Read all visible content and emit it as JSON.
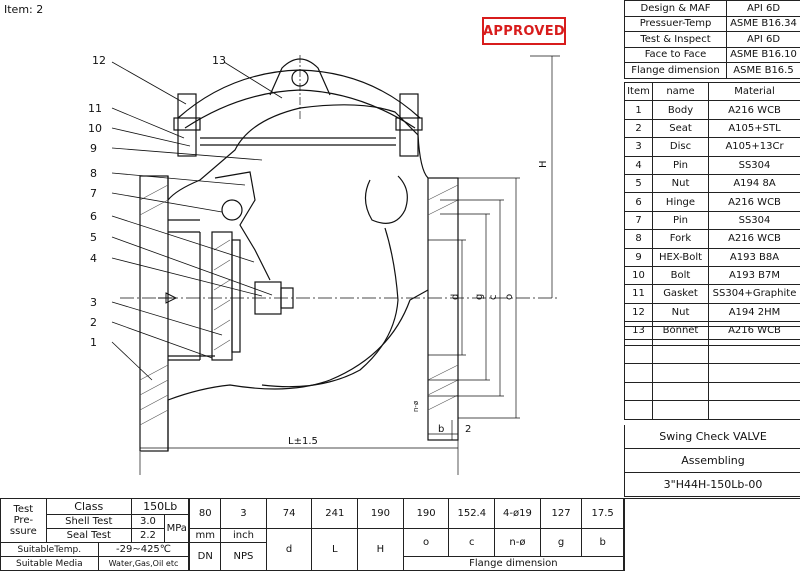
{
  "header": {
    "item_label": "Item: 2",
    "stamp": "APPROVED"
  },
  "standards": [
    {
      "label": "Design & MAF",
      "value": "API 6D"
    },
    {
      "label": "Pressuer-Temp",
      "value": "ASME B16.34"
    },
    {
      "label": "Test & Inspect",
      "value": "API 6D"
    },
    {
      "label": "Face to Face",
      "value": "ASME B16.10"
    },
    {
      "label": "Flange dimension",
      "value": "ASME B16.5"
    }
  ],
  "parts": {
    "headers": [
      "Item",
      "name",
      "Material"
    ],
    "rows": [
      {
        "item": "1",
        "name": "Body",
        "material": "A216 WCB"
      },
      {
        "item": "2",
        "name": "Seat",
        "material": "A105+STL"
      },
      {
        "item": "3",
        "name": "Disc",
        "material": "A105+13Cr"
      },
      {
        "item": "4",
        "name": "Pin",
        "material": "SS304"
      },
      {
        "item": "5",
        "name": "Nut",
        "material": "A194 8A"
      },
      {
        "item": "6",
        "name": "Hinge",
        "material": "A216 WCB"
      },
      {
        "item": "7",
        "name": "Pin",
        "material": "SS304"
      },
      {
        "item": "8",
        "name": "Fork",
        "material": "A216 WCB"
      },
      {
        "item": "9",
        "name": "HEX-Bolt",
        "material": "A193 B8A"
      },
      {
        "item": "10",
        "name": "Bolt",
        "material": "A193 B7M"
      },
      {
        "item": "11",
        "name": "Gasket",
        "material": "SS304+Graphite"
      },
      {
        "item": "12",
        "name": "Nut",
        "material": "A194 2HM"
      },
      {
        "item": "13",
        "name": "Bonnet",
        "material": "A216 WCB"
      }
    ]
  },
  "title_block": {
    "name": "Swing Check VALVE",
    "type": "Assembling",
    "model": "3\"H44H-150Lb-00"
  },
  "test": {
    "title_lines": [
      "Test",
      "Pre-",
      "ssure"
    ],
    "class_label": "Class",
    "class_value": "150Lb",
    "shell_label": "Shell Test",
    "shell_value": "3.0",
    "seal_label": "Seal Test",
    "seal_value": "2.2",
    "unit": "MPa",
    "temp_label": "SuitableTemp.",
    "temp_value": "-29~425℃",
    "media_label": "Suitable Media",
    "media_value": "Water,Gas,Oil etc"
  },
  "dimensions": {
    "dn_value": "80",
    "dn_unit": "mm",
    "dn_label": "DN",
    "nps_value": "3",
    "nps_unit": "inch",
    "nps_label": "NPS",
    "cols": [
      {
        "value": "74",
        "label": "d"
      },
      {
        "value": "241",
        "label": "L"
      },
      {
        "value": "190",
        "label": "H"
      }
    ],
    "flange_values": [
      "190",
      "152.4",
      "4-ø19",
      "127",
      "17.5"
    ],
    "flange_labels": [
      "o",
      "c",
      "n-ø",
      "g",
      "b"
    ],
    "flange_caption": "Flange dimension"
  },
  "drawing": {
    "callouts": [
      "1",
      "2",
      "3",
      "4",
      "5",
      "6",
      "7",
      "8",
      "9",
      "10",
      "11",
      "12",
      "13"
    ],
    "dim_labels": {
      "L": "L±1.5",
      "H": "H",
      "b": "b",
      "two": "2",
      "d": "d",
      "g": "g",
      "c": "c",
      "o": "o",
      "n": "n-ø"
    }
  }
}
